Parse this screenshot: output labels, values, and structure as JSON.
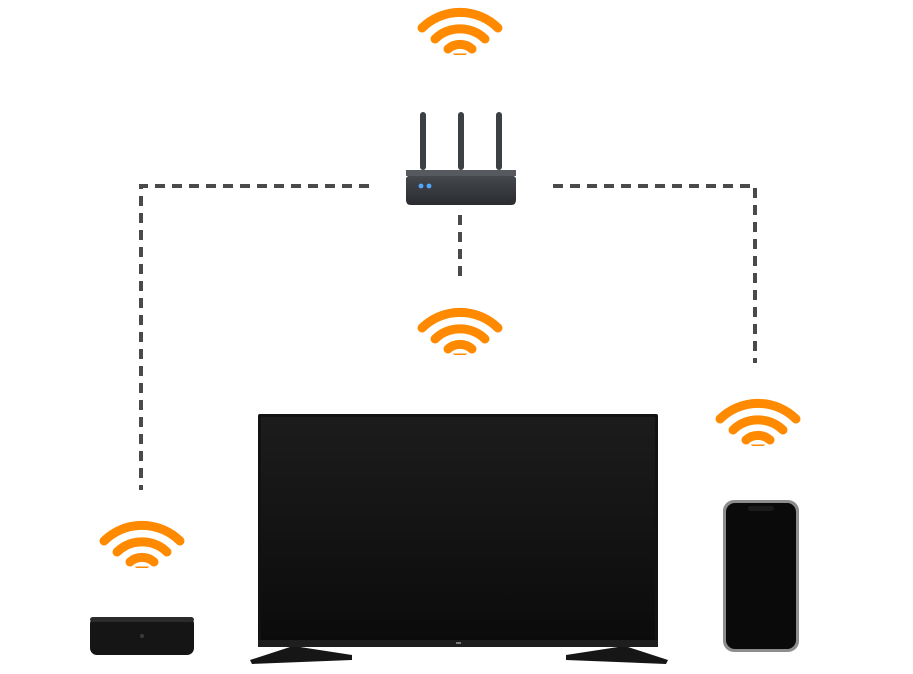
{
  "diagram": {
    "type": "home-wifi-network",
    "colors": {
      "wifi": "#FF8A00",
      "connector": "#4A4A4A",
      "device_body": "#111111",
      "router_body": "#3C3F44",
      "router_led": "#4FA8FF",
      "background": "#FFFFFF"
    },
    "icons": {
      "router": "router-icon",
      "tv": "tv-icon",
      "set_top_box": "set-top-box-icon",
      "phone": "smartphone-icon",
      "wifi": "wifi-icon"
    },
    "nodes": [
      "router",
      "set-top-box",
      "tv",
      "smartphone"
    ],
    "links": [
      [
        "router",
        "set-top-box"
      ],
      [
        "router",
        "tv"
      ],
      [
        "router",
        "smartphone"
      ]
    ]
  }
}
